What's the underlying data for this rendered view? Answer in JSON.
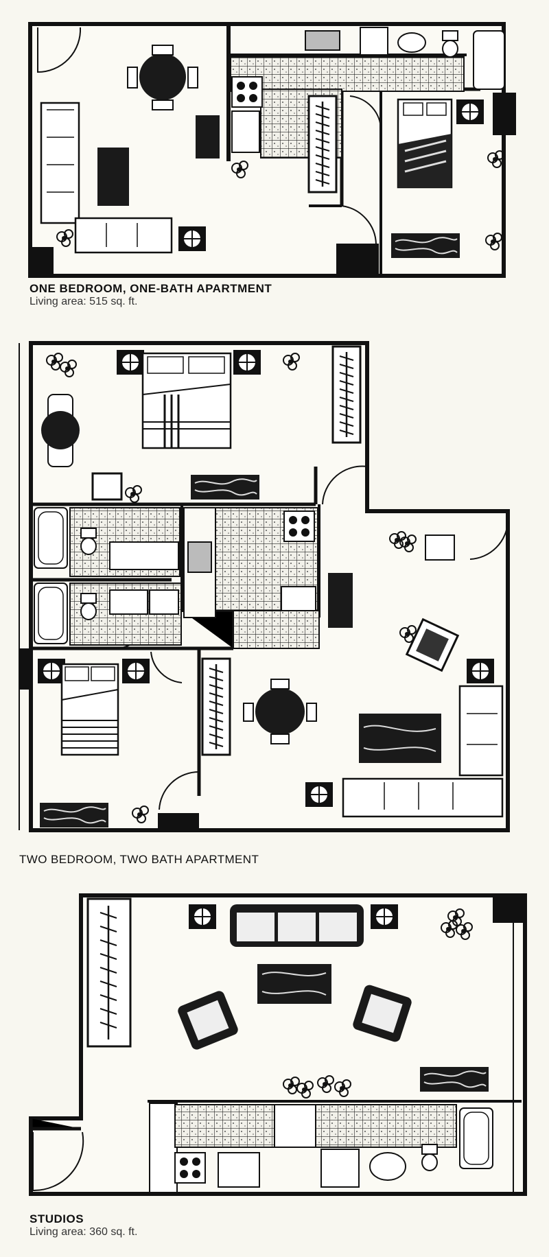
{
  "plans": [
    {
      "title": "ONE BEDROOM, ONE-BATH APARTMENT",
      "area_label": "Living area",
      "area_value": "515 sq. ft."
    },
    {
      "title": "TWO BEDROOM, TWO BATH APARTMENT"
    },
    {
      "title": "STUDIOS",
      "area_label": "Living area",
      "area_value": "360 sq. ft."
    }
  ],
  "colors": {
    "ink": "#111111",
    "paper": "#f8f7f0",
    "tile": "#9a9a94"
  }
}
